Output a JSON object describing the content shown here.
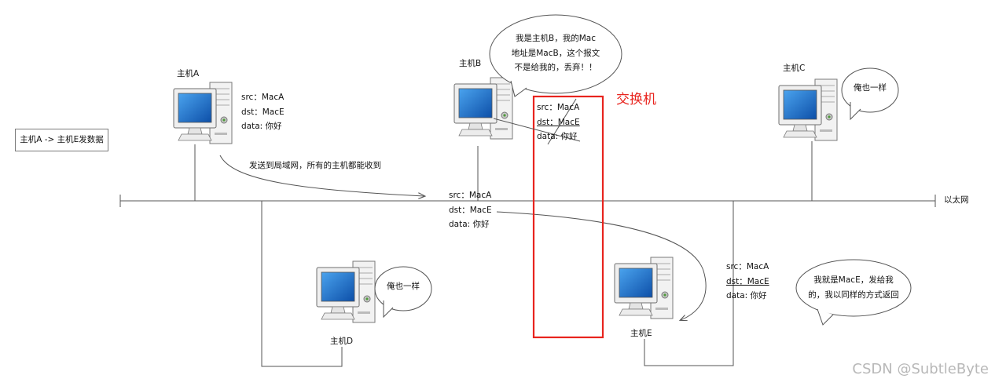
{
  "scenario_label": "主机A -> 主机E发数据",
  "network_label": "以太网",
  "switch_label": "交换机",
  "broadcast_note": "发送到局域网，所有的主机都能收到",
  "hosts": {
    "A": {
      "label": "主机A"
    },
    "B": {
      "label": "主机B"
    },
    "C": {
      "label": "主机C"
    },
    "D": {
      "label": "主机D"
    },
    "E": {
      "label": "主机E"
    }
  },
  "packets": {
    "at_A": {
      "src": "src：MacA",
      "dst": "dst：MacE",
      "data": "data: 你好"
    },
    "on_bus": {
      "src": "src：MacA",
      "dst": "dst：MacE",
      "data": "data: 你好"
    },
    "at_B": {
      "src": "src：MacA",
      "dst": "dst：MacE",
      "data": "data: 你好"
    },
    "at_E": {
      "src": "src：MacA",
      "dst": "dst：MacE",
      "data": "data: 你好"
    }
  },
  "bubbles": {
    "B": {
      "line1": "我是主机B，我的Mac",
      "line2": "地址是MacB，这个报文",
      "line3": "不是给我的，丢弃！！"
    },
    "C": {
      "text": "俺也一样"
    },
    "D": {
      "text": "俺也一样"
    },
    "E": {
      "line1": "我就是MacE，发给我",
      "line2": "的，我以同样的方式返回"
    }
  },
  "watermark": "CSDN @SubtleByte",
  "colors": {
    "line": "#555555",
    "switch_box": "#e8241e",
    "screen": "#1d6fc8",
    "switch_text": "#e8241e"
  },
  "icons": {
    "computer": "desktop-computer-icon"
  }
}
